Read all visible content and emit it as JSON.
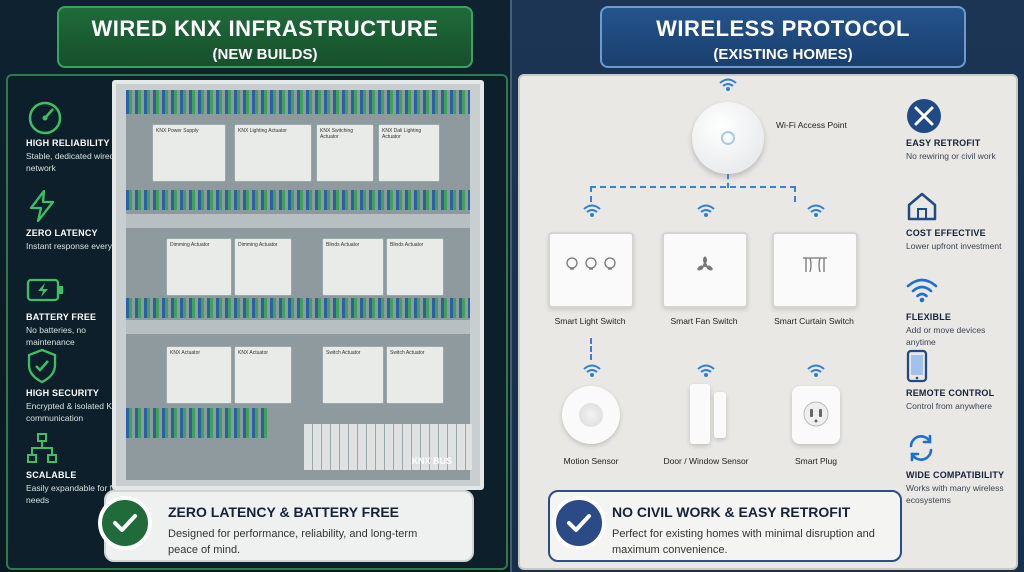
{
  "left": {
    "banner": {
      "line1": "WIRED KNX INFRASTRUCTURE",
      "line2": "(NEW BUILDS)"
    },
    "features": [
      {
        "icon": "gauge-icon",
        "title": "HIGH RELIABILITY",
        "desc": "Stable, dedicated wired network"
      },
      {
        "icon": "lightning-icon",
        "title": "ZERO LATENCY",
        "desc": "Instant response every time"
      },
      {
        "icon": "battery-icon",
        "title": "BATTERY FREE",
        "desc": "No batteries, no maintenance"
      },
      {
        "icon": "shield-check-icon",
        "title": "HIGH SECURITY",
        "desc": "Encrypted & isolated KNX communication"
      },
      {
        "icon": "network-icon",
        "title": "SCALABLE",
        "desc": "Easily expandable for future needs"
      }
    ],
    "cabinet": {
      "modules": [
        "KNX Power Supply",
        "KNX Lighting Actuator",
        "KNX Switching Actuator",
        "KNX Dali Lighting Actuator",
        "Dimming Actuator",
        "Dimming Actuator",
        "Blinds Actuator",
        "Blinds Actuator",
        "KNX Actuator",
        "KNX Actuator",
        "Switch Actuator",
        "Switch Actuator"
      ],
      "bus_label": "KNX BUS"
    },
    "bottom": {
      "title": "ZERO LATENCY & BATTERY FREE",
      "desc": "Designed for performance, reliability, and long-term peace of mind."
    }
  },
  "right": {
    "banner": {
      "line1": "WIRELESS PROTOCOL",
      "line2": "(EXISTING HOMES)"
    },
    "access_point": "Wi-Fi Access Point",
    "switches": [
      "Smart Light Switch",
      "Smart Fan Switch",
      "Smart Curtain Switch"
    ],
    "devices": [
      "Motion Sensor",
      "Door / Window Sensor",
      "Smart Plug"
    ],
    "features": [
      {
        "icon": "tools-icon",
        "title": "EASY RETROFIT",
        "desc": "No rewiring or civil work"
      },
      {
        "icon": "house-icon",
        "title": "COST EFFECTIVE",
        "desc": "Lower upfront investment"
      },
      {
        "icon": "wifi-icon",
        "title": "FLEXIBLE",
        "desc": "Add or move devices anytime"
      },
      {
        "icon": "phone-icon",
        "title": "REMOTE CONTROL",
        "desc": "Control from anywhere"
      },
      {
        "icon": "sync-icon",
        "title": "WIDE COMPATIBILITY",
        "desc": "Works with many wireless ecosystems"
      }
    ],
    "bottom": {
      "title": "NO CIVIL WORK & EASY RETROFIT",
      "desc": "Perfect for existing homes with minimal disruption and maximum convenience."
    }
  },
  "colors": {
    "wired_accent": "#1f6b3a",
    "wireless_accent": "#24548d",
    "wifi_blue": "#2e7fd8"
  }
}
